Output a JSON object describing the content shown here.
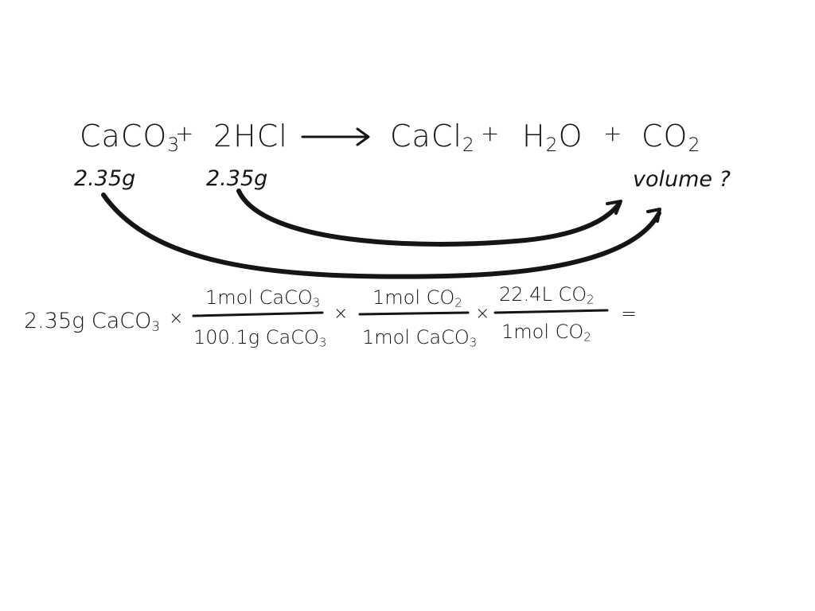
{
  "equation": {
    "reactant1": {
      "base": "CaCO",
      "sub": "3"
    },
    "plus1": "+",
    "reactant2": "2HCl",
    "product1": {
      "base": "CaCl",
      "sub": "2"
    },
    "plus2": "+",
    "product2": {
      "pre": "H",
      "sub": "2",
      "post": "O"
    },
    "plus3": "+",
    "product3": {
      "base": "CO",
      "sub": "2"
    }
  },
  "given": {
    "caco3_mass": "2.35g",
    "hcl_mass": "2.35g",
    "question": "volume ?"
  },
  "calculation": {
    "start": {
      "text": "2.35g CaCO",
      "sub": "3"
    },
    "times1": "×",
    "f1_num": {
      "text": "1mol CaCO",
      "sub": "3"
    },
    "f1_den": {
      "text": "100.1g CaCO",
      "sub": "3"
    },
    "times2": "×",
    "f2_num": {
      "text": "1mol CO",
      "sub": "2"
    },
    "f2_den": {
      "text": "1mol CaCO",
      "sub": "3"
    },
    "times3": "×",
    "f3_num": {
      "text": "22.4L CO",
      "sub": "2"
    },
    "f3_den": {
      "text": "1mol CO",
      "sub": "2"
    },
    "equals": "="
  },
  "colors": {
    "ink": "#151515",
    "background": "#ffffff"
  }
}
